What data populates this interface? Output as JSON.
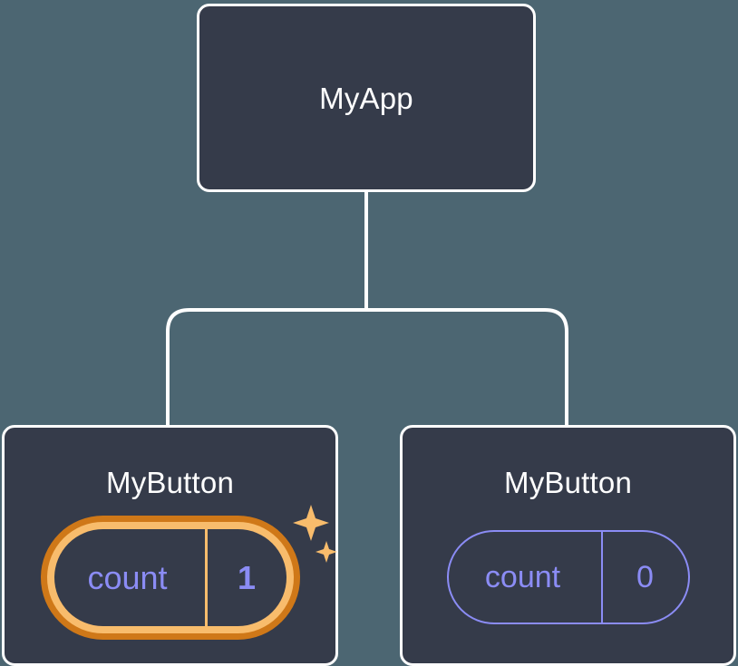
{
  "diagram": {
    "type": "component-tree",
    "background_color": "#4c6672",
    "node_fill_color": "#353b4a",
    "node_border_color": "#ffffff",
    "connector_color": "#ffffff",
    "state_accent_color": "#8b8cf5",
    "highlight_outer_color": "#cf7818",
    "highlight_inner_color": "#f8bc6c",
    "sparkle_color": "#f8bc6c"
  },
  "root": {
    "title": "MyApp"
  },
  "children": [
    {
      "title": "MyButton",
      "state": {
        "key": "count",
        "value": "1"
      },
      "highlighted": true,
      "sparkle_icons": [
        "sparkle-large-icon",
        "sparkle-small-icon"
      ]
    },
    {
      "title": "MyButton",
      "state": {
        "key": "count",
        "value": "0"
      },
      "highlighted": false
    }
  ]
}
